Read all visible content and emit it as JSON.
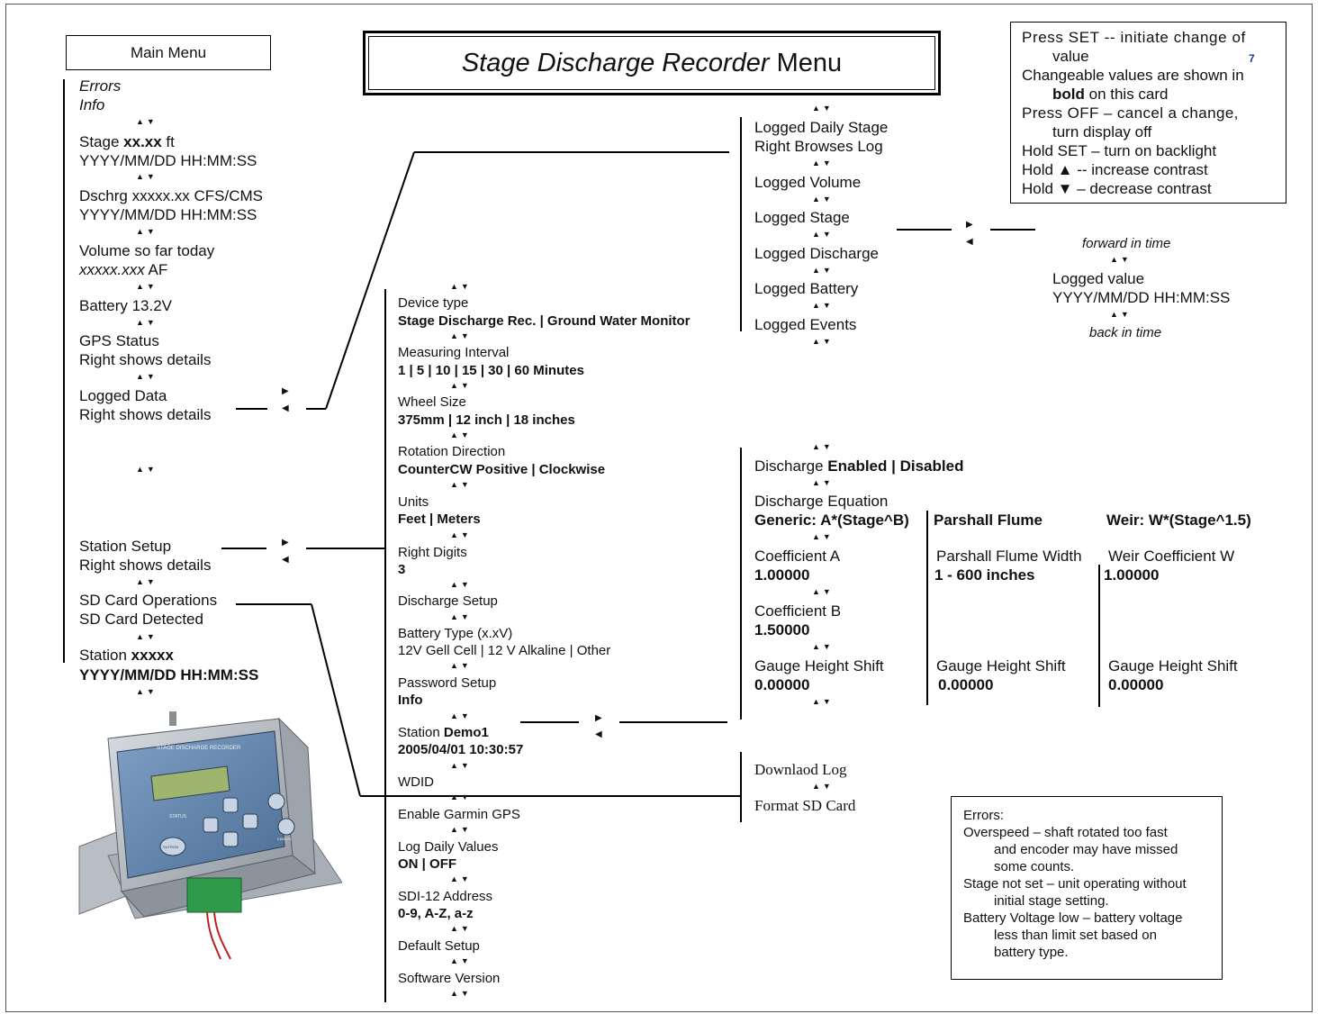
{
  "title": {
    "italic": "Stage Discharge Recorder",
    "rest": " Menu"
  },
  "main_menu": {
    "header": "Main Menu",
    "errors": "Errors",
    "info": "Info",
    "stage": {
      "label": "Stage ",
      "value": "xx.xx",
      "unit": " ft",
      "time": " YYYY/MM/DD HH:MM:SS"
    },
    "dschrg": {
      "line1": "Dschrg xxxxx.xx CFS/CMS",
      "line2": "YYYY/MM/DD HH:MM:SS"
    },
    "volume": {
      "line1": "Volume so far today",
      "value": "xxxxx.xxx",
      "unit": " AF"
    },
    "battery": "Battery 13.2V",
    "gps": {
      "line1": "GPS Status",
      "line2": "Right shows details"
    },
    "logged": {
      "line1": "Logged Data",
      "line2": "Right shows details"
    },
    "station_setup": {
      "line1": "Station Setup",
      "line2": "Right shows details"
    },
    "sd_card": {
      "line1": "SD Card Operations",
      "line2": "SD Card Detected"
    },
    "station": {
      "label": "Station ",
      "value": "xxxxx",
      "time": "YYYY/MM/DD HH:MM:SS"
    }
  },
  "setup": {
    "device_type": {
      "label": "Device type",
      "value": "Stage Discharge Rec. | Ground Water Monitor"
    },
    "interval": {
      "label": "Measuring Interval",
      "value": "1 | 5 | 10 | 15 | 30 | 60 Minutes"
    },
    "wheel": {
      "label": "Wheel Size",
      "value": "375mm | 12 inch | 18 inches"
    },
    "rotation": {
      "label": "Rotation Direction",
      "value": "CounterCW Positive | Clockwise"
    },
    "units": {
      "label": "Units",
      "value": "Feet | Meters"
    },
    "digits": {
      "label": "Right Digits",
      "value": "3"
    },
    "discharge_setup": "Discharge Setup",
    "battery_type": {
      "label": "Battery Type (x.xV)",
      "value": "12V Gell Cell | 12 V Alkaline | Other"
    },
    "password": {
      "label": "Password Setup",
      "value": "Info"
    },
    "station": {
      "label": "Station ",
      "value": "Demo1",
      "time": "2005/04/01 10:30:57"
    },
    "wdid": "WDID",
    "garmin": "Enable Garmin GPS",
    "log_daily": {
      "label": "Log Daily Values",
      "value": "ON | OFF"
    },
    "sdi": {
      "label": "SDI-12 Address",
      "value": "0-9, A-Z, a-z"
    },
    "default": "Default Setup",
    "software": "Software Version"
  },
  "logged_menu": {
    "daily": "Logged Daily Stage",
    "browses": "Right Browses Log",
    "volume": "Logged Volume",
    "stage": "Logged Stage",
    "discharge": "Logged Discharge",
    "battery": "Logged Battery",
    "events": "Logged Events"
  },
  "browse": {
    "forward": "forward in time",
    "value": "Logged value",
    "time": "YYYY/MM/DD HH:MM:SS",
    "back": "back in time"
  },
  "discharge": {
    "enabled": {
      "label": "Discharge ",
      "on": "Enabled",
      "sep": " | ",
      "off": "Disabled"
    },
    "equation": "Discharge Equation",
    "generic": "Generic: A*(Stage^B)",
    "parshall": "Parshall Flume",
    "weir": "Weir: W*(Stage^1.5)",
    "coef_a": {
      "label": "Coefficient A",
      "value": "1.00000"
    },
    "coef_b": {
      "label": "Coefficient B",
      "value": "1.50000"
    },
    "gauge1": {
      "label": "Gauge Height Shift",
      "value": "0.00000"
    },
    "flume_width": {
      "label": "Parshall Flume Width",
      "value": "1 - 600 inches"
    },
    "gauge2": {
      "label": "Gauge Height Shift",
      "value": "0.00000"
    },
    "weir_coef": {
      "label": "Weir Coefficient W",
      "value": "1.00000"
    },
    "gauge3": {
      "label": "Gauge Height Shift",
      "value": "0.00000"
    }
  },
  "sd_menu": {
    "download": "Downlaod Log",
    "format": "Format SD Card"
  },
  "help": {
    "l1a": "Press SET -- initiate change of",
    "l1b": "value",
    "page": "7",
    "l2a": "Changeable values are shown in",
    "l2b_bold": "bold",
    "l2b_rest": " on this card",
    "l3a": "Press OFF – cancel a change,",
    "l3b": "turn display off",
    "l4": "Hold SET – turn on backlight",
    "l5": "Hold ▲ -- increase contrast",
    "l6": "Hold ▼ – decrease contrast"
  },
  "errors_box": {
    "title": "Errors:",
    "l1": "Overspeed – shaft rotated too fast",
    "l2": "and encoder may have missed",
    "l3": "some counts.",
    "l4": "Stage not set – unit operating without",
    "l5": "initial stage setting.",
    "l6": "Battery Voltage low – battery voltage",
    "l7": "less than limit set based on",
    "l8": "battery type."
  },
  "device": {
    "label": "STAGE DISCHARGE RECORDER",
    "status": "STATUS",
    "brand": "SUTRON",
    "cancel": "CANCEL"
  },
  "glyphs": {
    "updown": "▲▼",
    "right": "▶",
    "left": "◀"
  }
}
